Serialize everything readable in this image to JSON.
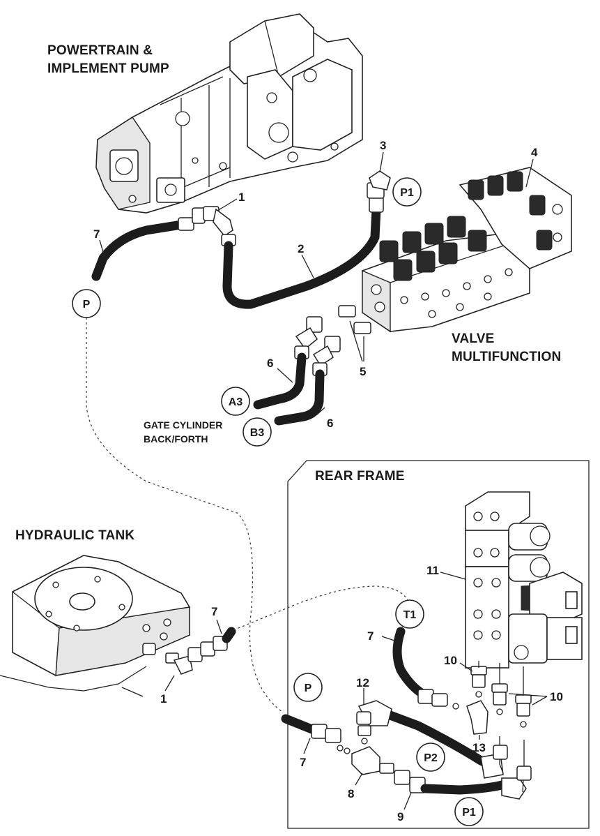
{
  "labels": {
    "pump": [
      "POWERTRAIN &",
      "IMPLEMENT PUMP"
    ],
    "valve": [
      "VALVE",
      "MULTIFUNCTION"
    ],
    "gate": [
      "GATE CYLINDER",
      "BACK/FORTH"
    ],
    "rear_frame": "REAR FRAME",
    "tank": "HYDRAULIC TANK"
  },
  "connectors": {
    "p_top": "P",
    "p1_top": "P1",
    "a3": "A3",
    "b3": "B3",
    "t1": "T1",
    "p_bottom": "P",
    "p2": "P2",
    "p1_bottom": "P1"
  },
  "callouts": {
    "n1_top": "1",
    "n2": "2",
    "n3": "3",
    "n4": "4",
    "n5": "5",
    "n6_a": "6",
    "n6_b": "6",
    "n7_top": "7",
    "n7_tank": "7",
    "n1_tank": "1",
    "n11": "11",
    "n7_t1": "7",
    "n10_a": "10",
    "n10_b": "10",
    "n12": "12",
    "n13": "13",
    "n7_p": "7",
    "n8": "8",
    "n9": "9"
  }
}
